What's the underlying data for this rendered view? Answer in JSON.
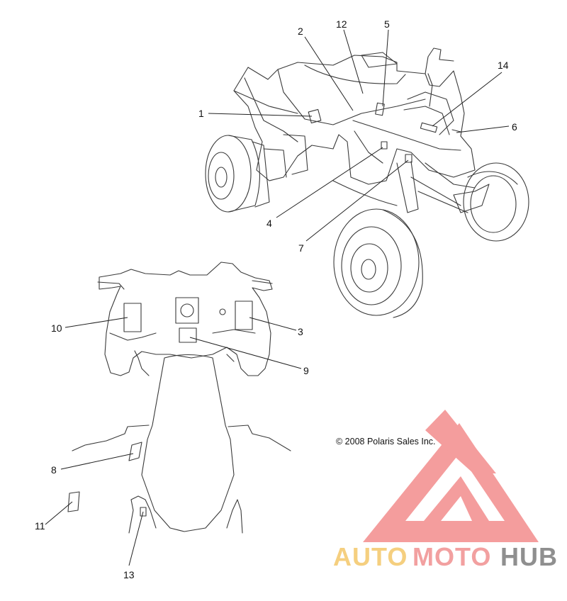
{
  "diagram": {
    "callouts": {
      "c1": "1",
      "c2": "2",
      "c3": "3",
      "c4": "4",
      "c5": "5",
      "c6": "6",
      "c7": "7",
      "c8": "8",
      "c9": "9",
      "c10": "10",
      "c11": "11",
      "c12": "12",
      "c13": "13",
      "c14": "14"
    },
    "copyright": "© 2008 Polaris Sales Inc."
  },
  "watermark": {
    "part1": "AUTO",
    "part2": "MOTO",
    "part3": "HUB",
    "colors": {
      "part1": "#f5cf7f",
      "part2": "#f2a0a0",
      "part3": "#8f8f8f",
      "logo": "#f06a6a"
    }
  }
}
